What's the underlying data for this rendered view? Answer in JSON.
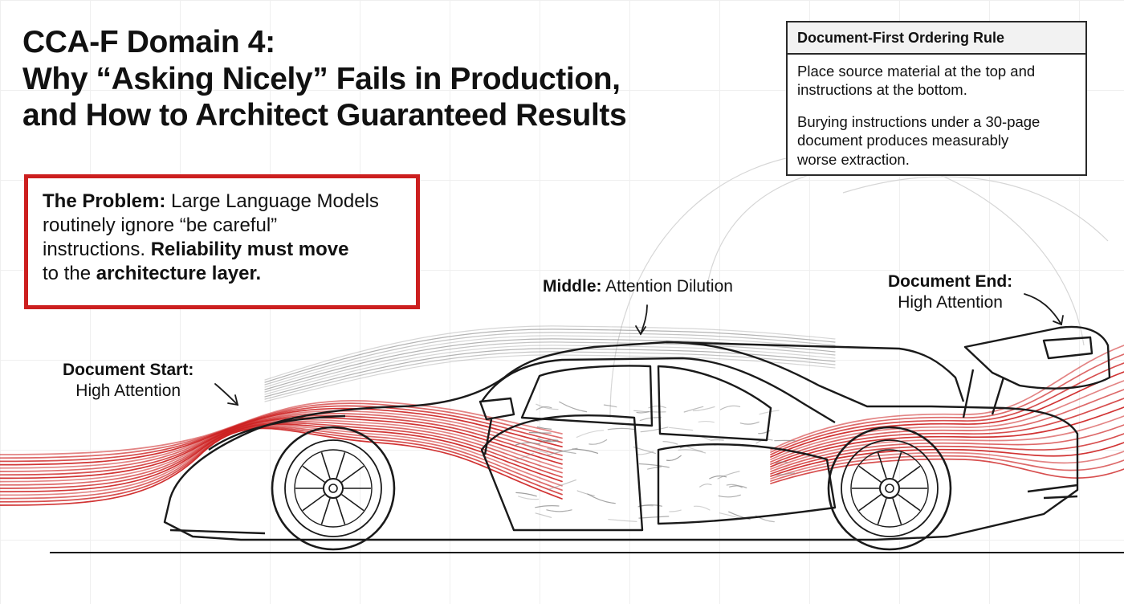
{
  "title": {
    "line1": "CCA-F Domain 4:",
    "line2": "Why “Asking Nicely” Fails in Production,",
    "line3": "and How to Architect Guaranteed Results"
  },
  "problem": {
    "lead": "The Problem:",
    "line1_rest": " Large Language Models",
    "line2": "routinely ignore “be careful”",
    "line3_plain": "instructions. ",
    "line3_bold": "Reliability must move",
    "line4_plain": "to the ",
    "line4_bold": "architecture layer."
  },
  "rule": {
    "heading": "Document-First Ordering Rule",
    "para1_line1": "Place source material at the top and",
    "para1_line2": "instructions at the bottom.",
    "para2_line1": "Burying instructions under a 30-page",
    "para2_line2": "document produces measurably",
    "para2_line3": "worse extraction."
  },
  "callouts": {
    "start_title": "Document Start:",
    "start_value": "High Attention",
    "middle_title": "Middle:",
    "middle_value": " Attention Dilution",
    "end_title": "Document End:",
    "end_value": "High Attention"
  },
  "colors": {
    "accent_red": "#cc1f1f",
    "line_dark": "#1a1a1a",
    "flow_gray": "#8a8a8a",
    "grid": "#eeeeee"
  }
}
